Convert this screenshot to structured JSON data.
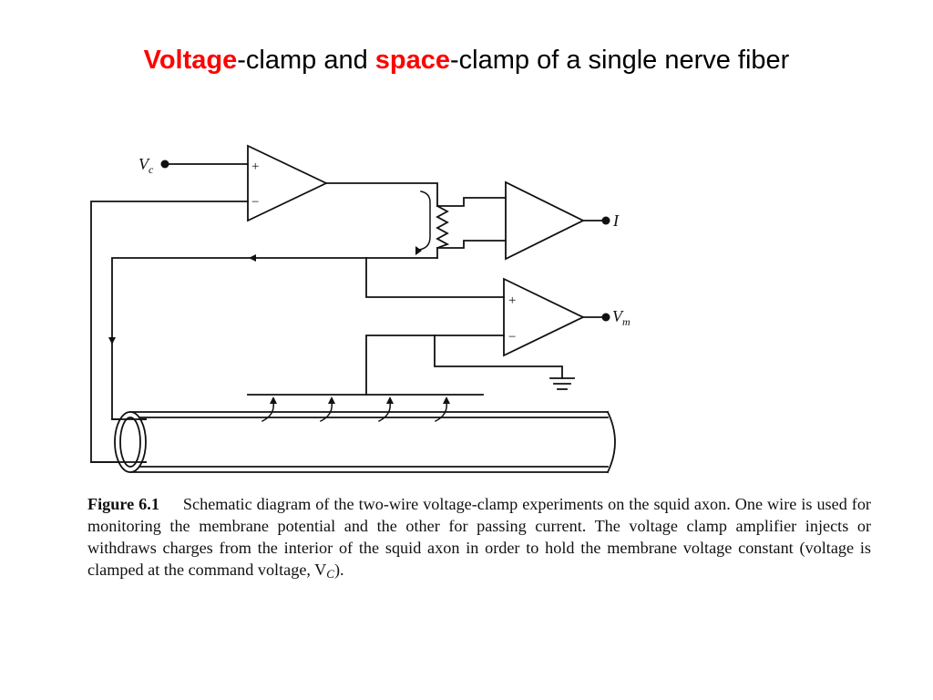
{
  "title": {
    "part1": "Voltage",
    "part2": "-clamp and ",
    "part3": "space",
    "part4": "-clamp of a single nerve fiber"
  },
  "colors": {
    "accent": "#ff0000",
    "line": "#111111",
    "text": "#000000"
  },
  "diagram": {
    "labels": {
      "vc_main": "V",
      "vc_sub": "c",
      "current_out": "I",
      "vm_main": "V",
      "vm_sub": "m",
      "plus": "+",
      "minus": "−"
    }
  },
  "caption": {
    "label": "Figure 6.1",
    "text": "Schematic diagram of the two-wire voltage-clamp experiments on the squid axon. One wire is used for monitoring the membrane potential and the other for passing current. The voltage clamp amplifier injects or withdraws charges from the interior of the squid axon in order to hold the membrane voltage constant (voltage is clamped at the command voltage, V",
    "sub": "C",
    "end": ")."
  }
}
